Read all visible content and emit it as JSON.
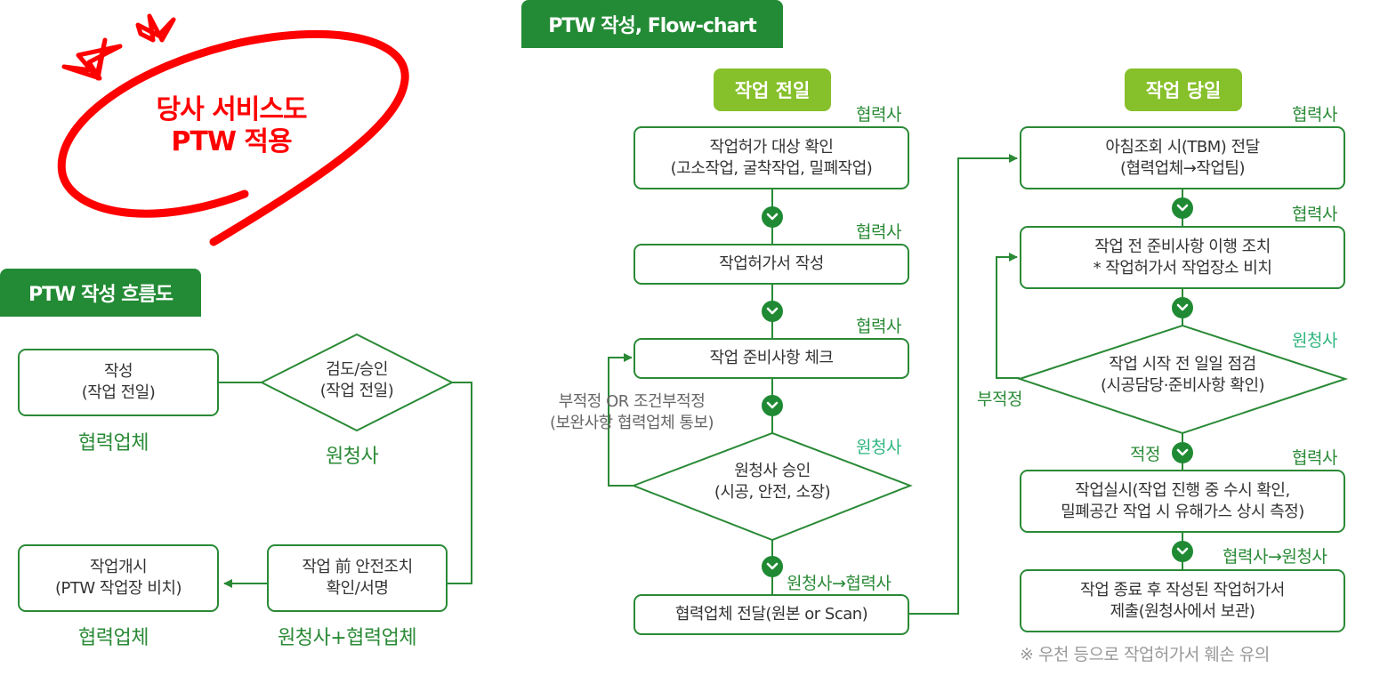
{
  "badge": {
    "line1": "당사 서비스도",
    "line2": "PTW 적용",
    "color": "#ff0000"
  },
  "colors": {
    "primary_green": "#238b35",
    "line_green": "#2a8a36",
    "phase_green": "#86c02a",
    "teal_label": "#2fb57f",
    "panel_bg": "#f5f5f5",
    "note_gray": "#999999"
  },
  "left": {
    "tab_title": "PTW 작성 흐름도",
    "steps": [
      {
        "line1": "작성",
        "line2": "(작업 전일)",
        "actor": "협력업체"
      },
      {
        "line1": "검도/승인",
        "line2": "(작업 전일)",
        "actor": "원청사"
      },
      {
        "line1": "작업 前 안전조치",
        "line2": "확인/서명",
        "actor": "원청사+협력업체"
      },
      {
        "line1": "작업개시",
        "line2": "(PTW 작업장 비치)",
        "actor": "협력업체"
      }
    ]
  },
  "right": {
    "tab_title": "PTW 작성, Flow-chart",
    "day_before": {
      "phase_label": "작업 전일",
      "steps": [
        {
          "line1": "작업허가 대상 확인",
          "line2": "(고소작업, 굴착작업, 밀폐작업)",
          "actor": "협력사"
        },
        {
          "line1": "작업허가서 작성",
          "actor": "협력사"
        },
        {
          "line1": "작업 준비사항 체크",
          "actor": "협력사"
        },
        {
          "line1": "원청사 승인",
          "line2": "(시공, 안전, 소장)",
          "actor": "원청사"
        },
        {
          "line1": "협력업체 전달(원본 or Scan)",
          "actor": "원청사→협력사"
        }
      ],
      "reject_note": {
        "line1": "부적정 OR 조건부적정",
        "line2": "(보완사항 협력업체 통보)"
      }
    },
    "day_of": {
      "phase_label": "작업 당일",
      "steps": [
        {
          "line1": "아침조회 시(TBM) 전달",
          "line2": "(협력업체→작업팀)",
          "actor": "협력사"
        },
        {
          "line1": "작업 전 준비사항 이행 조치",
          "line2": "* 작업허가서 작업장소 비치",
          "actor": "협력사"
        },
        {
          "line1": "작업 시작 전 일일 점검",
          "line2": "(시공담당·준비사항 확인)",
          "actor": "원청사"
        },
        {
          "line1": "작업실시(작업 진행 중 수시 확인,",
          "line2": "밀폐공간 작업 시 유해가스 상시 측정)",
          "actor": "협력사"
        },
        {
          "line1": "작업 종료 후 작성된 작업허가서",
          "line2": "제출(원청사에서 보관)",
          "actor": "협력사→원청사"
        }
      ],
      "reject_label": "부적정",
      "pass_label": "적정",
      "footnote": "※ 우천 등으로 작업허가서 훼손 유의"
    }
  }
}
